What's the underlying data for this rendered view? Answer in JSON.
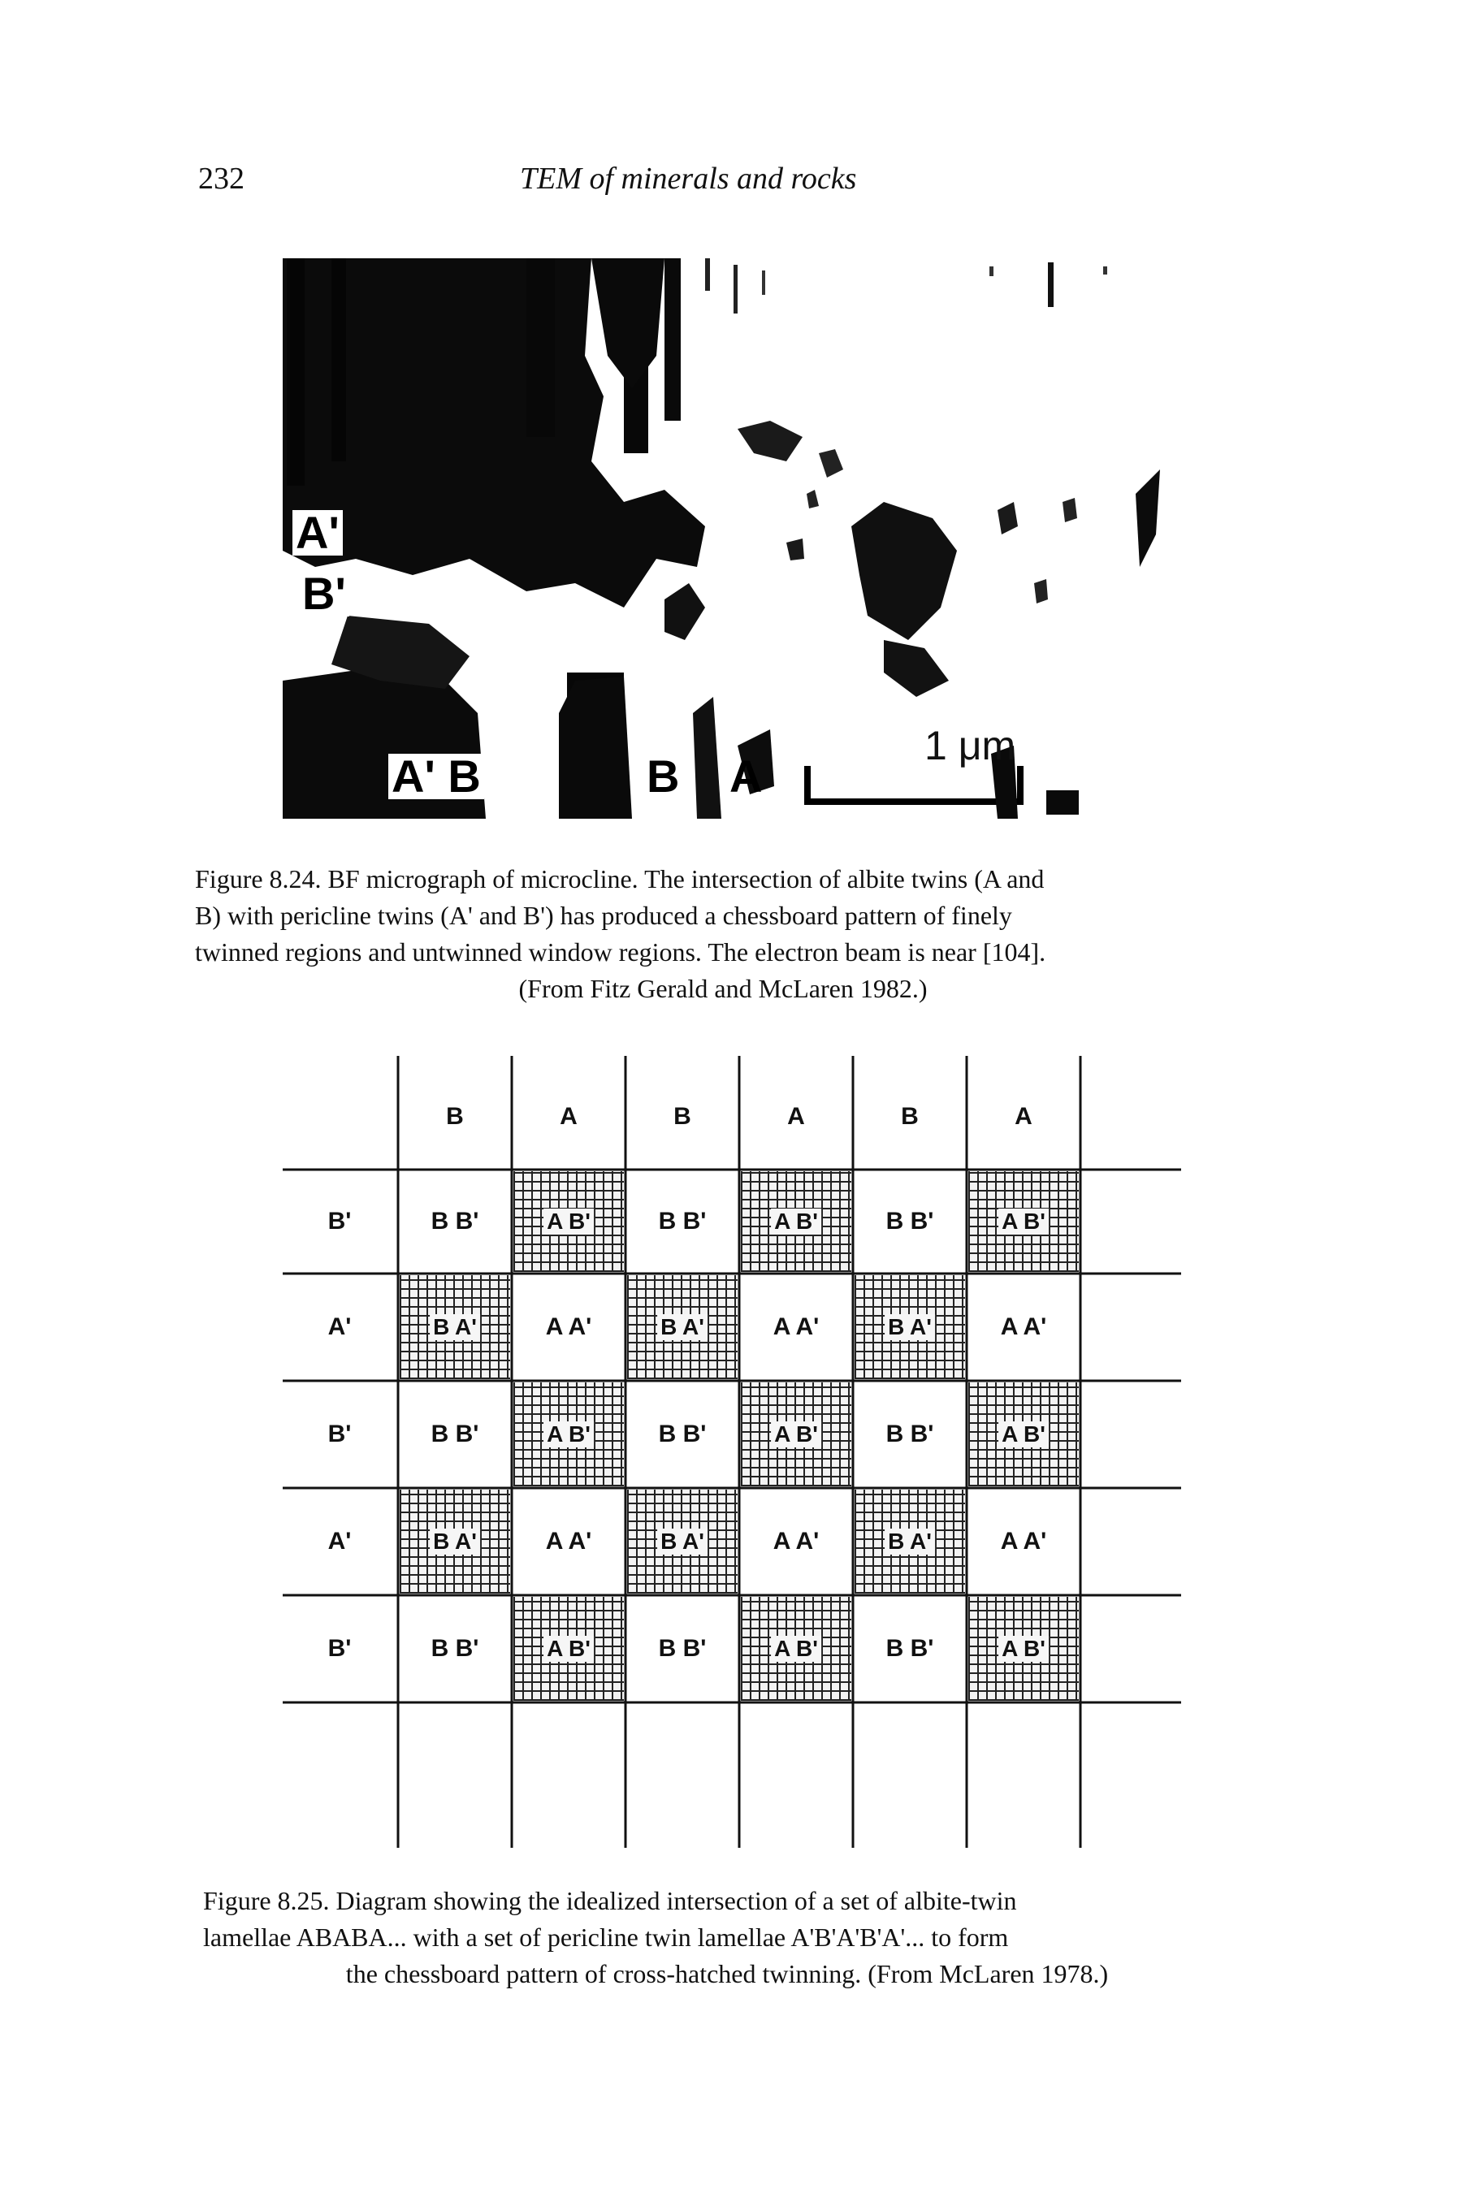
{
  "header": {
    "page_number": "232",
    "running_title": "TEM of minerals and rocks"
  },
  "figure_824": {
    "labels": {
      "a_prime": "A'",
      "b_prime": "B'",
      "ab_left": "A' B",
      "b_right": "B",
      "a_right": "A"
    },
    "scale_bar": "1 μm",
    "caption_lines": [
      "Figure 8.24. BF micrograph of microcline. The intersection of albite twins (A and",
      "B) with pericline twins (A' and B') has produced a chessboard pattern of finely",
      "twinned regions and untwinned window regions. The electron beam is near [104].",
      "(From Fitz Gerald and McLaren 1982.)"
    ]
  },
  "figure_825": {
    "columns": [
      "B",
      "A",
      "B",
      "A",
      "B",
      "A"
    ],
    "rows": [
      {
        "label": "B'",
        "cells": [
          "B B'",
          "A B'",
          "B B'",
          "A B'",
          "B B'",
          "A B'"
        ]
      },
      {
        "label": "A'",
        "cells": [
          "B A'",
          "A A'",
          "B A'",
          "A A'",
          "B A'",
          "A A'"
        ]
      },
      {
        "label": "B'",
        "cells": [
          "B B'",
          "A B'",
          "B B'",
          "A B'",
          "B B'",
          "A B'"
        ]
      },
      {
        "label": "A'",
        "cells": [
          "B A'",
          "A A'",
          "B A'",
          "A A'",
          "B A'",
          "A A'"
        ]
      },
      {
        "label": "B'",
        "cells": [
          "B B'",
          "A B'",
          "B B'",
          "A B'",
          "B B'",
          "A B'"
        ]
      }
    ],
    "caption_lines": [
      "Figure 8.25. Diagram showing the idealized intersection of a set of albite-twin",
      "lamellae ABABA... with a set of pericline twin lamellae A'B'A'B'A'... to form",
      "the chessboard pattern of cross-hatched twinning. (From McLaren 1978.)"
    ]
  }
}
